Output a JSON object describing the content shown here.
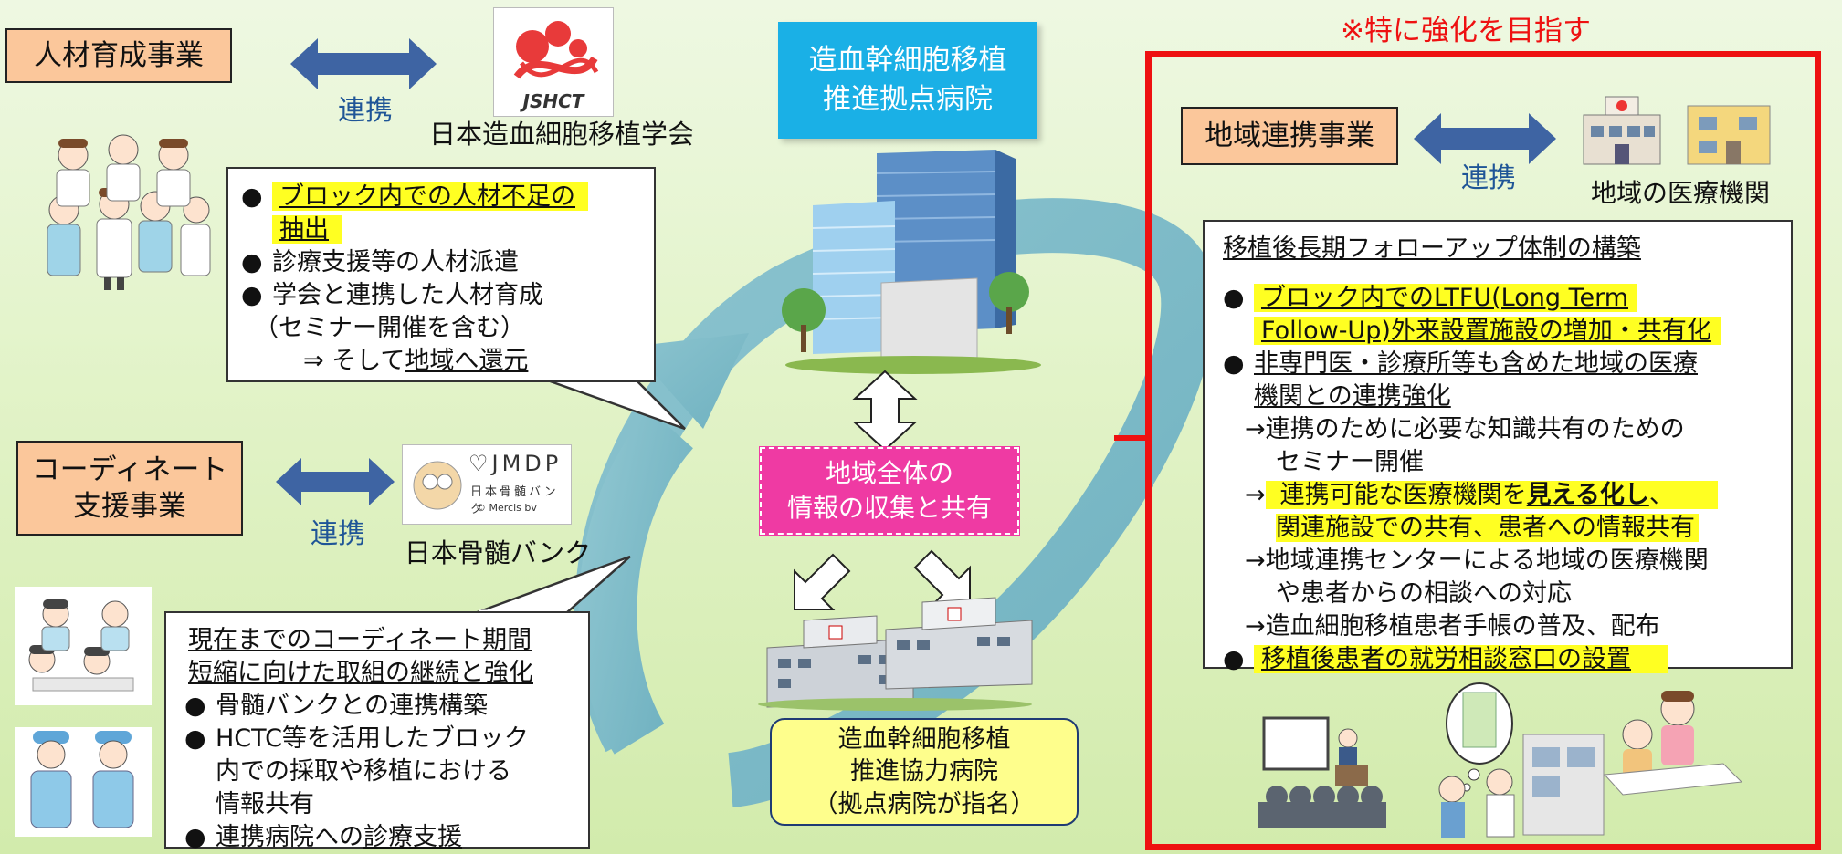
{
  "hr": {
    "title": "人材育成事業",
    "link": "連携",
    "jshct_logo": "JSHCT",
    "partner": "日本造血細胞移植学会",
    "bullets": {
      "b1_l1": "ブロック内での人材不足の",
      "b1_l2": "抽出",
      "b2": "診療支援等の人材派遣",
      "b3": "学会と連携した人材育成",
      "b3_sub": "（セミナー開催を含む）",
      "b3_then": "⇒ そして",
      "b3_then_u": "地域へ還元"
    }
  },
  "coord": {
    "title_l1": "コーディネート",
    "title_l2": "支援事業",
    "link": "連携",
    "jmdp_logo": "JMDP",
    "jmdp_sub": "日本骨髄バンク",
    "jmdp_copy": "© Mercis bv",
    "partner": "日本骨髄バンク",
    "box": {
      "h1": "現在までのコーディネート期間",
      "h2": "短縮に向けた取組の継続と強化",
      "b1": "骨髄バンクとの連携構築",
      "b2_l1": "HCTC等を活用したブロック",
      "b2_l2": "内での採取や移植における",
      "b2_l3": "情報共有",
      "b3_pre": "連携病院への",
      "b3_u": "診療支援"
    }
  },
  "center": {
    "top_l1": "造血幹細胞移植",
    "top_l2": "推進拠点病院",
    "mid_l1": "地域全体の",
    "mid_l2": "情報の収集と共有",
    "bot_l1": "造血幹細胞移植",
    "bot_l2": "推進協力病院",
    "bot_l3": "（拠点病院が指名）"
  },
  "region": {
    "emphasis": "※特に強化を目指す",
    "title": "地域連携事業",
    "link": "連携",
    "partner": "地域の医療機関",
    "box": {
      "heading": "移植後長期フォローアップ体制の構築",
      "b1_l1": "ブロック内でのLTFU(Long Term",
      "b1_l2": "Follow-Up)外来設置施設の増加・共有化",
      "b2_l1": "非専門医・診療所等も含めた地域の医療",
      "b2_l2": "機関との連携強化",
      "s1_l1": "→連携のために必要な知識共有のための",
      "s1_l2": "セミナー開催",
      "s2_arrow": "→",
      "s2_a": "連携可能な医療機関を",
      "s2_b": "見える化し",
      "s2_c": "、",
      "s2_l2": "関連施設での共有、患者への情報共有",
      "s3_l1": "→地域連携センターによる地域の医療機関",
      "s3_l2": "や患者からの相談への対応",
      "s4": "→造血細胞移植患者手帳の普及、配布",
      "b3": "移植後患者の就労相談窓口の設置"
    }
  },
  "colors": {
    "orange": "#fbc79b",
    "blue_label": "#1f5597",
    "cyan_box": "#1ab0e6",
    "pink_box": "#ef3aa3",
    "yellow_box": "#fefe8c",
    "highlight": "#ffff22",
    "red_frame": "#ee1111",
    "cycle_arrow": "#7fbcc9"
  }
}
